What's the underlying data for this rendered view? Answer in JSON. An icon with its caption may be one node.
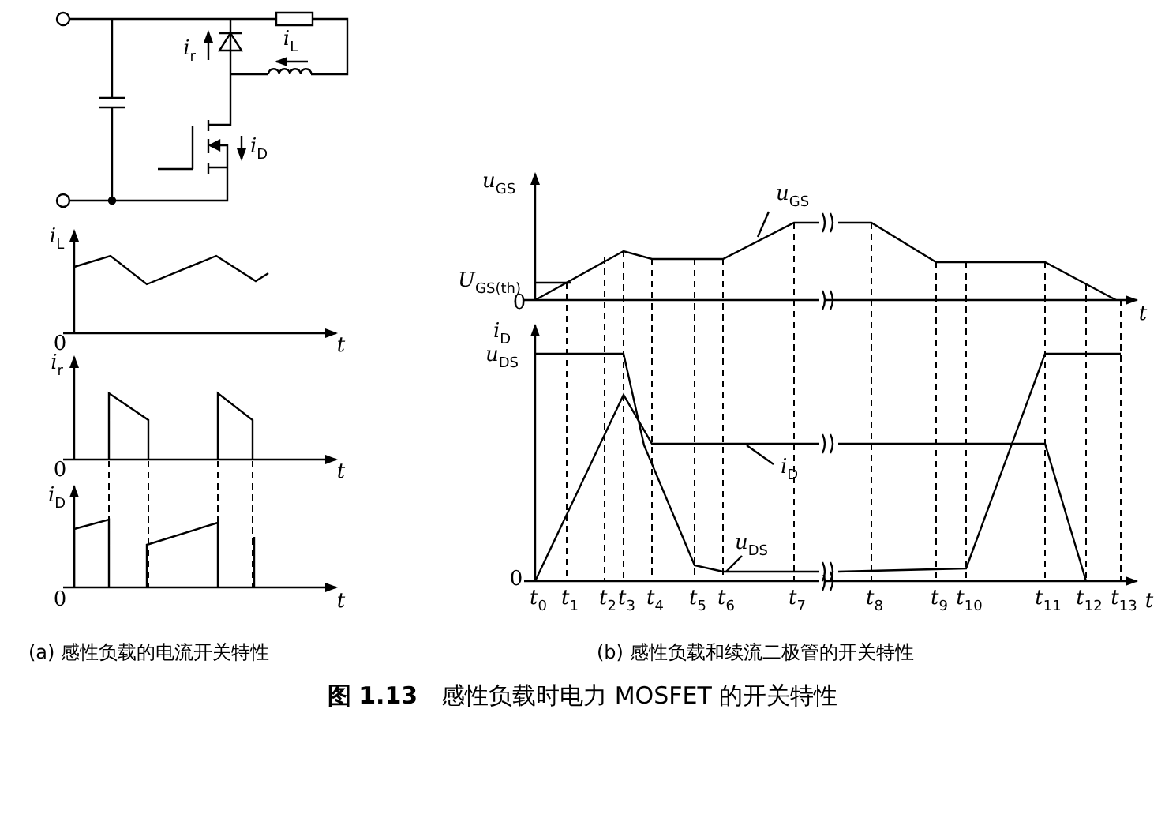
{
  "diagram": {
    "caption": "**图 1.13**　感性负载时电力 MOSFET 的开关特性",
    "labels": [
      "*i*$_{r}$",
      "*i*$_{L}$",
      "*i*$_{D}$",
      "*i*$_{L}$",
      "0",
      "*t*",
      "*i*$_{r}$",
      "0",
      "*t*",
      "*i*$_{D}$",
      "0",
      "*t*",
      "*u*$_{GS}$",
      "*u*$_{GS}$",
      "*U*$_{GS(th)}$",
      "0",
      "*t*",
      "*i*$_{D}$",
      "*u*$_{DS}$",
      "*i*$_{D}$",
      "*u*$_{DS}$",
      "0",
      "*t*$_{0}$",
      "*t*$_{1}$",
      "*t*$_{2}$",
      "*t*$_{3}$",
      "*t*$_{4}$",
      "*t*$_{5}$",
      "*t*$_{6}$",
      "*t*$_{7}$",
      "*t*$_{8}$",
      "*t*$_{9}$",
      "*t*$_{10}$",
      "*t*$_{11}$",
      "*t*$_{12}$",
      "*t*$_{13}$",
      "*t*",
      "(a) 感性负载的电流开关特性",
      "(b) 感性负载和续流二极管的开关特性"
    ]
  }
}
